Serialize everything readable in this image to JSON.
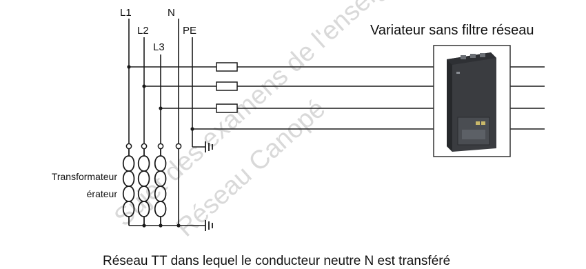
{
  "conductors": {
    "l1": "L1",
    "l2": "L2",
    "l3": "L3",
    "n": "N",
    "pe": "PE"
  },
  "drive_title": "Variateur sans filtre réseau",
  "transformer_label_line1": "Transformateur",
  "transformer_label_line2": "érateur",
  "caption": "Réseau TT dans lequel le conducteur neutre N est transféré",
  "watermark": {
    "line1": "Sujet des examens de l'enseignement",
    "line2": "Réseau Canopé"
  },
  "colors": {
    "wire": "#1a1a1a",
    "drive_frame": "#333333",
    "drive_body": "#3a3c40",
    "drive_top": "#2e3034",
    "watermark": "#d9d9d9"
  }
}
